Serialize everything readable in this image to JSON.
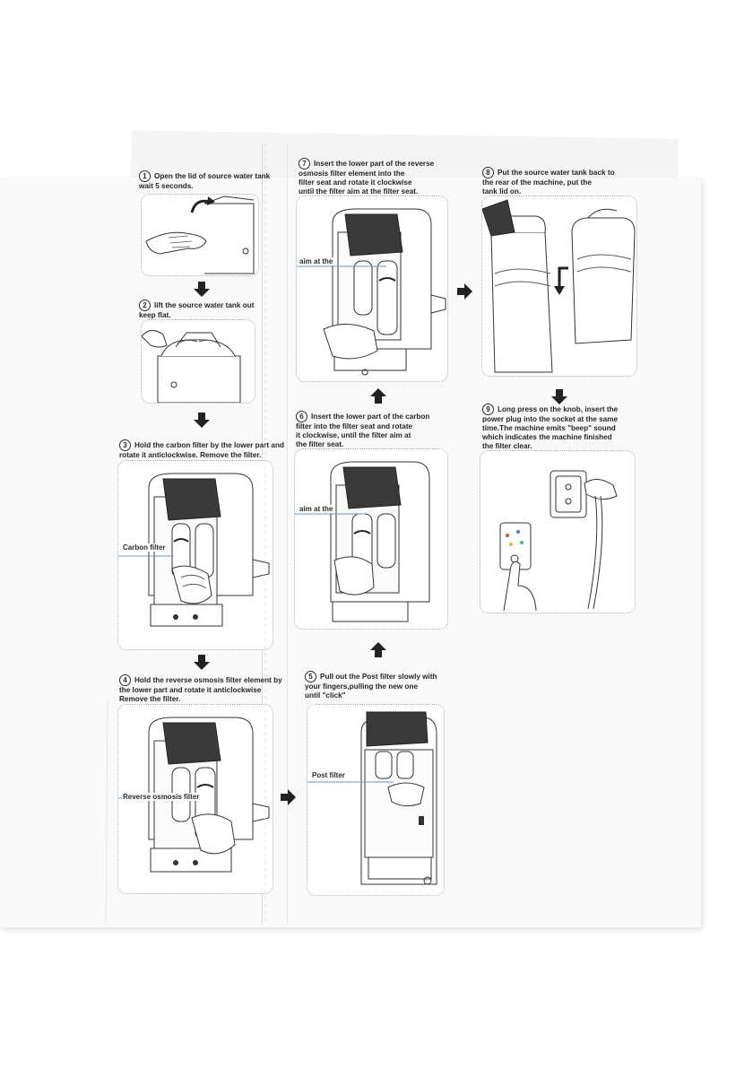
{
  "steps": [
    {
      "num": "1",
      "text": "Open the lid of source water tank\nwait 5 seconds."
    },
    {
      "num": "2",
      "text": "lift the source water tank out\nkeep flat."
    },
    {
      "num": "3",
      "text": "Hold the carbon filter by the lower part and\nrotate it anticlockwise. Remove the filter."
    },
    {
      "num": "4",
      "text": "Hold the reverse osmosis filter element by\nthe lower part and rotate it anticlockwise\nRemove the filter."
    },
    {
      "num": "5",
      "text": "Pull out the Post filter slowly with\nyour fingers,pulling the new one\nuntil \"click\""
    },
    {
      "num": "6",
      "text": "Insert the lower part of the carbon\nfilter into the filter seat and rotate\nit clockwise,  until the filter aim at\nthe filter seat."
    },
    {
      "num": "7",
      "text": "Insert the lower part of the reverse\nosmosis filter element into the\nfilter seat and rotate it clockwise\nuntil the filter aim at the filter seat."
    },
    {
      "num": "8",
      "text": "Put the source water tank back to\nthe rear of the machine,  put the\ntank lid on."
    },
    {
      "num": "9",
      "text": "Long press on the knob,  insert the\npower plug into the socket at the same\ntime.The machine emits \"beep\" sound\nwhich indicates the machine finished\nthe filter clear."
    }
  ],
  "callouts": {
    "carbon_filter": "Carbon filter",
    "reverse_osmosis_filter": "Reverse osmosis filter",
    "post_filter": "Post filter",
    "aim_at_the_6": "aim at the",
    "aim_at_the_7": "aim at the"
  },
  "colors": {
    "ink": "#262626",
    "callout_line": "#5b9bd5",
    "panel_border": "#9bb4c9",
    "paper": "#f9f9f9"
  }
}
